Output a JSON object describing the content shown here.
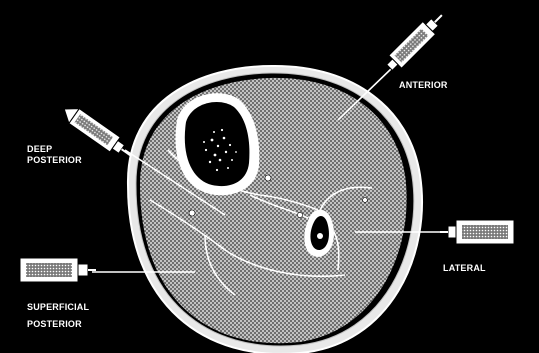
{
  "labels": {
    "anterior": "ANTERIOR",
    "deep_posterior_line1": "DEEP",
    "deep_posterior_line2": "POSTERIOR",
    "lateral": "LATERAL",
    "superficial_posterior_line1": "SUPERFICIAL",
    "superficial_posterior_line2": "POSTERIOR"
  },
  "colors": {
    "background": "#000000",
    "ink": "#ffffff",
    "muscle_fill": "#9a9a9a",
    "bone": "#000000"
  },
  "icons": {
    "anterior_needle": "syringe-icon",
    "deep_posterior_needle": "syringe-icon",
    "lateral_needle": "syringe-icon",
    "superficial_posterior_needle": "syringe-icon"
  }
}
